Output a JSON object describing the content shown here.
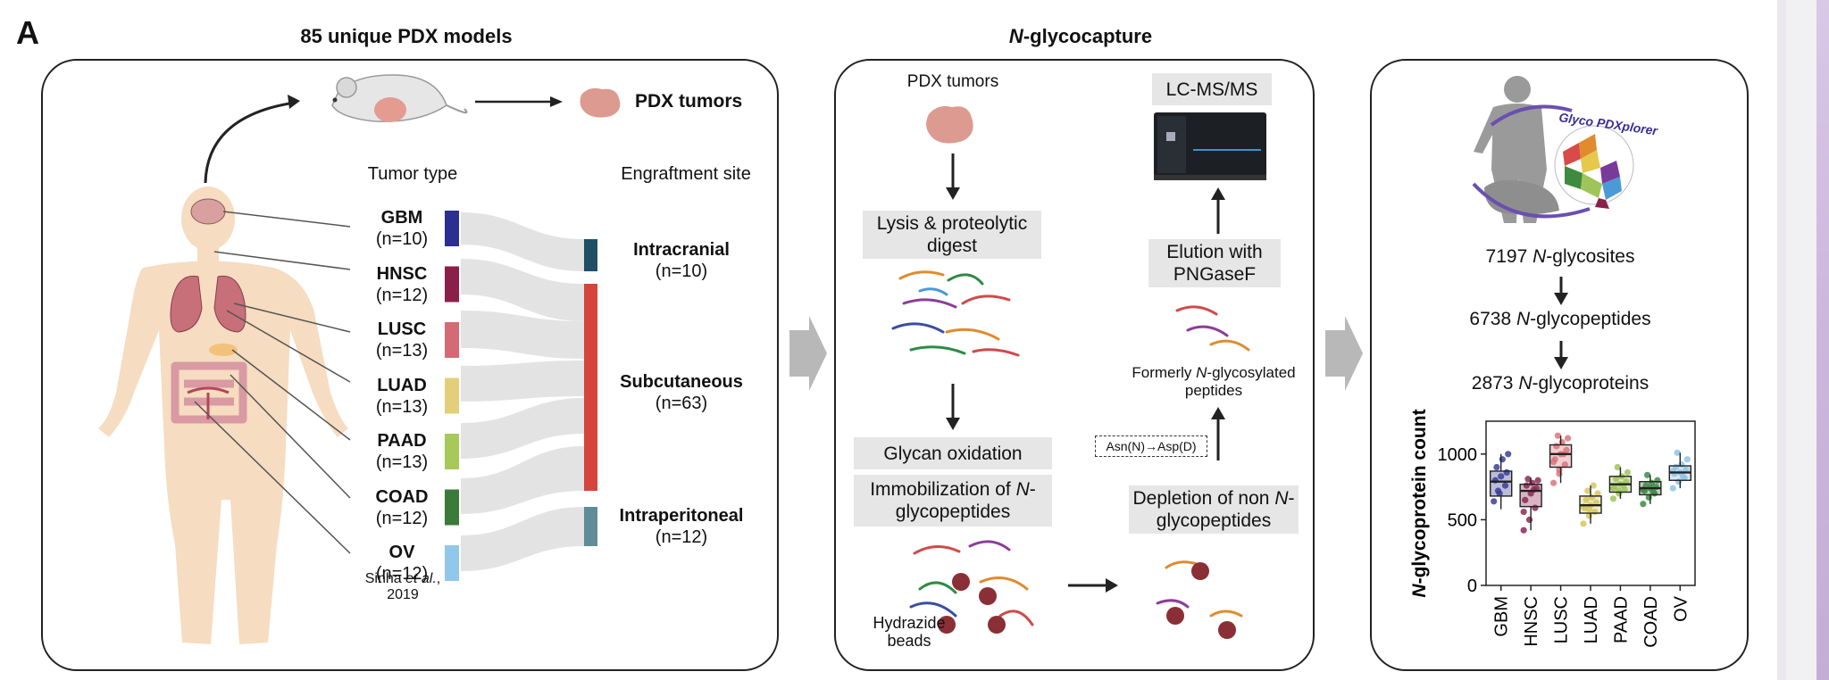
{
  "panel_letter": "A",
  "left_panel": {
    "title": "85 unique PDX models",
    "pdx_tumors_label": "PDX tumors",
    "tumor_type_header": "Tumor type",
    "engraftment_header": "Engraftment site",
    "tumor_types": [
      {
        "code": "GBM",
        "n": "(n=10)",
        "color": "#2b2f8f"
      },
      {
        "code": "HNSC",
        "n": "(n=12)",
        "color": "#8b1f4a"
      },
      {
        "code": "LUSC",
        "n": "(n=13)",
        "color": "#d56a74"
      },
      {
        "code": "LUAD",
        "n": "(n=13)",
        "color": "#e3cf79"
      },
      {
        "code": "PAAD",
        "n": "(n=13)",
        "color": "#a6c959"
      },
      {
        "code": "COAD",
        "n": "(n=12)",
        "color": "#3a7a3a"
      },
      {
        "code": "OV",
        "n": "(n=12)",
        "color": "#91c8ea"
      }
    ],
    "sites": [
      {
        "name": "Intracranial",
        "n": "(n=10)",
        "color": "#1f4f66"
      },
      {
        "name": "Subcutaneous",
        "n": "(n=63)",
        "color": "#d6453d"
      },
      {
        "name": "Intraperitoneal",
        "n": "(n=12)",
        "color": "#5f8c98"
      }
    ],
    "citation_line1": "Sinha",
    "citation_italic": "et al.",
    "citation_line1_end": ",",
    "citation_line2": "2019"
  },
  "middle_panel": {
    "title_italic": "N",
    "title_rest": "-glycocapture",
    "pdx_tumors": "PDX tumors",
    "step_lysis": "Lysis & proteolytic digest",
    "step_oxidation": "Glycan oxidation",
    "step_immob_1": "Immobilization of ",
    "step_immob_italic": "N",
    "step_immob_2": "-glycopeptides",
    "hydrazide_beads": "Hydrazide beads",
    "step_depletion_1": "Depletion of non ",
    "step_depletion_italic": "N",
    "step_depletion_2": "-glycopeptides",
    "asn_label": "Asn(N)→Asp(D)",
    "formerly_1": "Formerly ",
    "formerly_italic": "N",
    "formerly_2": "-glycosylated peptides",
    "step_elution": "Elution with PNGaseF",
    "lcms": "LC-MS/MS"
  },
  "right_panel": {
    "logo_text": "Glyco PDXplorer",
    "stats": [
      {
        "number": "7197",
        "italic": "N",
        "rest": "-glycosites"
      },
      {
        "number": "6738",
        "italic": "N",
        "rest": "-glycopeptides"
      },
      {
        "number": "2873",
        "italic": "N",
        "rest": "-glycoproteins"
      }
    ]
  },
  "chart_data": {
    "type": "box",
    "title": "",
    "xlabel": "",
    "ylabel_italic": "N",
    "ylabel_rest": "-glycoprotein count",
    "ylim": [
      0,
      1250
    ],
    "yticks": [
      0,
      500,
      1000
    ],
    "categories": [
      "GBM",
      "HNSC",
      "LUSC",
      "LUAD",
      "PAAD",
      "COAD",
      "OV"
    ],
    "colors": [
      "#3b3f96",
      "#8b2a55",
      "#d9757d",
      "#d8c65e",
      "#9fc55a",
      "#3f8a46",
      "#8ec4e6"
    ],
    "boxes": [
      {
        "q1": 680,
        "median": 790,
        "q3": 870,
        "whisker_low": 580,
        "whisker_high": 1000
      },
      {
        "q1": 600,
        "median": 720,
        "q3": 770,
        "whisker_low": 420,
        "whisker_high": 820
      },
      {
        "q1": 900,
        "median": 1000,
        "q3": 1070,
        "whisker_low": 780,
        "whisker_high": 1140
      },
      {
        "q1": 550,
        "median": 610,
        "q3": 680,
        "whisker_low": 470,
        "whisker_high": 760
      },
      {
        "q1": 710,
        "median": 770,
        "q3": 830,
        "whisker_low": 660,
        "whisker_high": 900
      },
      {
        "q1": 690,
        "median": 740,
        "q3": 790,
        "whisker_low": 620,
        "whisker_high": 840
      },
      {
        "q1": 800,
        "median": 860,
        "q3": 910,
        "whisker_low": 740,
        "whisker_high": 1010
      }
    ],
    "points": [
      [
        640,
        700,
        760,
        800,
        830,
        860,
        900,
        960,
        1000,
        720
      ],
      [
        420,
        500,
        590,
        650,
        700,
        740,
        760,
        780,
        800,
        810,
        730,
        560
      ],
      [
        780,
        880,
        920,
        960,
        1000,
        1030,
        1060,
        1090,
        1120,
        1140,
        1000,
        940,
        850
      ],
      [
        470,
        530,
        560,
        590,
        610,
        630,
        650,
        670,
        700,
        720,
        760,
        600,
        580
      ],
      [
        660,
        700,
        730,
        750,
        770,
        790,
        810,
        830,
        860,
        900,
        760,
        740,
        720
      ],
      [
        620,
        670,
        700,
        720,
        740,
        750,
        760,
        780,
        800,
        840,
        710,
        730
      ],
      [
        740,
        790,
        820,
        850,
        860,
        880,
        900,
        920,
        960,
        1010,
        830,
        870
      ]
    ]
  }
}
